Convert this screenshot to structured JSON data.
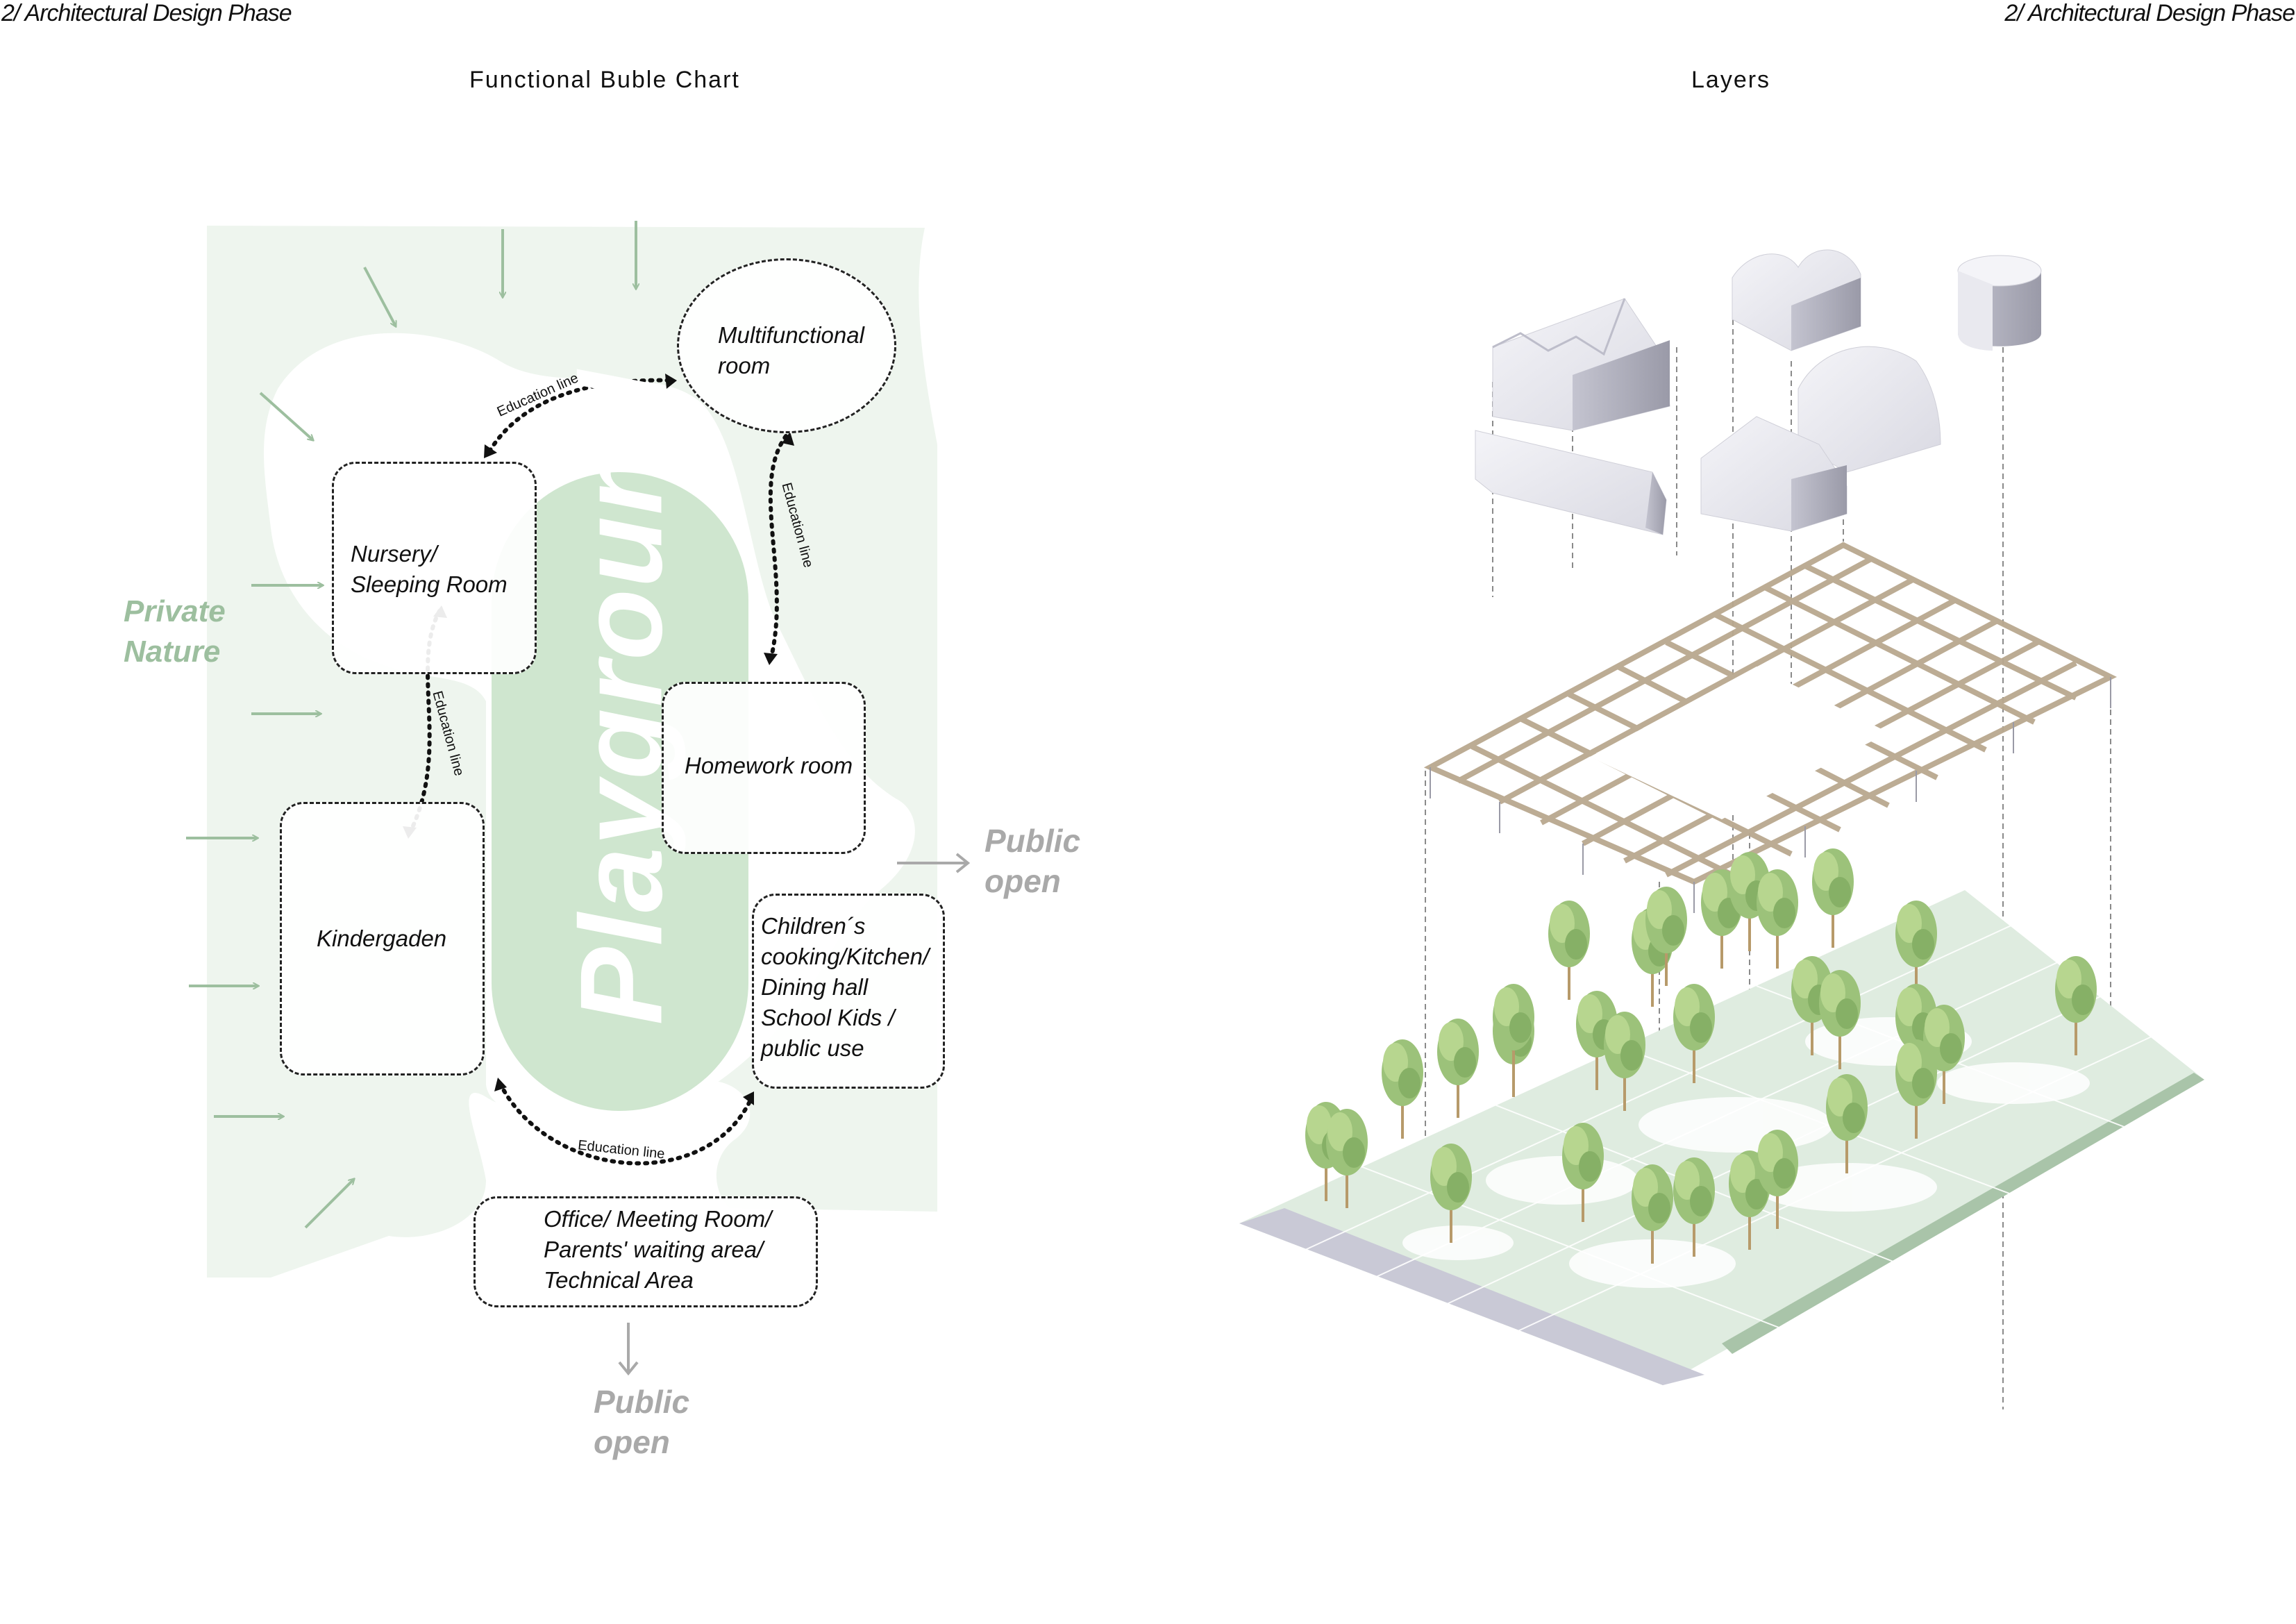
{
  "header": {
    "left": "2/ Architectural Design Phase",
    "right": "2/ Architectural Design Phase"
  },
  "left_panel": {
    "title": "Functional Buble Chart",
    "private_nature": [
      "Private",
      "Nature"
    ],
    "playground": "Playground",
    "rooms": {
      "multifunctional": [
        "Multifunctional",
        "room"
      ],
      "nursery": [
        "Nursery/",
        "Sleeping Room"
      ],
      "homework": "Homework room",
      "kindergarten": "Kindergaden",
      "kitchen": [
        "Children´s",
        "cooking/Kitchen/",
        "Dining hall",
        "School Kids /",
        "public use"
      ],
      "office": [
        "Office/ Meeting Room/",
        "Parents' waiting area/",
        "Technical Area"
      ]
    },
    "education_line": "Education line",
    "public_open": [
      "Public",
      "open"
    ]
  },
  "right_panel": {
    "title": "Layers"
  },
  "colors": {
    "nature_green": "#eef5ee",
    "arrow_green": "#9dbf9f",
    "playground_green": "#cfe6cf",
    "public_grey": "#a9a9a9",
    "timber": "#b9a88f",
    "ground_green": "#cfe0cf"
  }
}
